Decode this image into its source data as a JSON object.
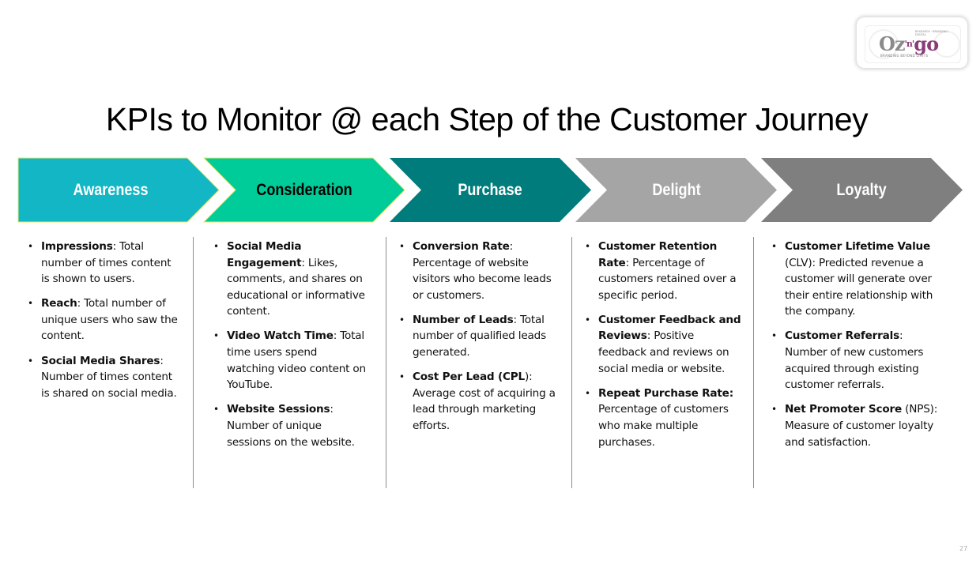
{
  "logo": {
    "brand_oz": "Oz",
    "brand_n": "'n'",
    "brand_go": "go",
    "tagline": "BRANDING BEYOND LIMITS",
    "side_text": "RESEARCH · BRANDING · DIGITAL"
  },
  "title": "KPIs to Monitor @ each Step of the Customer Journey",
  "stages": [
    {
      "label": "Awareness",
      "fill": "#12b6c4",
      "text_color": "#ffffff",
      "items": [
        {
          "term": "Impressions",
          "desc": ": Total number of times content is shown to users."
        },
        {
          "term": "Reach",
          "desc": ": Total number of unique users who saw the content."
        },
        {
          "term": "Social Media Shares",
          "desc": ": Number of times content is shared on social media."
        }
      ]
    },
    {
      "label": "Consideration",
      "fill": "#00cc99",
      "text_color": "#000000",
      "items": [
        {
          "term": "Social Media Engagement",
          "desc": ": Likes, comments, and shares on educational or informative content."
        },
        {
          "term": "Video Watch Time",
          "desc": ": Total time users spend watching video content on YouTube."
        },
        {
          "term": "Website Sessions",
          "desc": ": Number of unique sessions on the website."
        }
      ]
    },
    {
      "label": "Purchase",
      "fill": "#007c7c",
      "text_color": "#ffffff",
      "items": [
        {
          "term": "Conversion Rate",
          "desc": ": Percentage of website visitors who become leads or customers."
        },
        {
          "term": "Number of Leads",
          "desc": ": Total number of qualified leads generated."
        },
        {
          "term": "Cost Per Lead (CPL",
          "desc": "): Average cost of acquiring a lead through marketing efforts."
        }
      ]
    },
    {
      "label": "Delight",
      "fill": "#a5a5a5",
      "text_color": "#ffffff",
      "items": [
        {
          "term": "Customer Retention Rate",
          "desc": ": Percentage of customers retained over a specific period."
        },
        {
          "term": "Customer Feedback and Reviews",
          "desc": ": Positive feedback and reviews on social media or website."
        },
        {
          "term": "Repeat Purchase Rate:",
          "desc": " Percentage of customers who make multiple purchases."
        }
      ]
    },
    {
      "label": "Loyalty",
      "fill": "#7f7f7f",
      "text_color": "#ffffff",
      "items": [
        {
          "term": "Customer Lifetime Value",
          "desc": " (CLV): Predicted revenue a customer will generate over their entire relationship with the company."
        },
        {
          "term": "Customer Referrals",
          "desc": ": Number of new customers acquired through existing customer referrals."
        },
        {
          "term": "Net Promoter Score",
          "desc": " (NPS): Measure of customer loyalty and satisfaction."
        }
      ]
    }
  ],
  "page_number": "27"
}
